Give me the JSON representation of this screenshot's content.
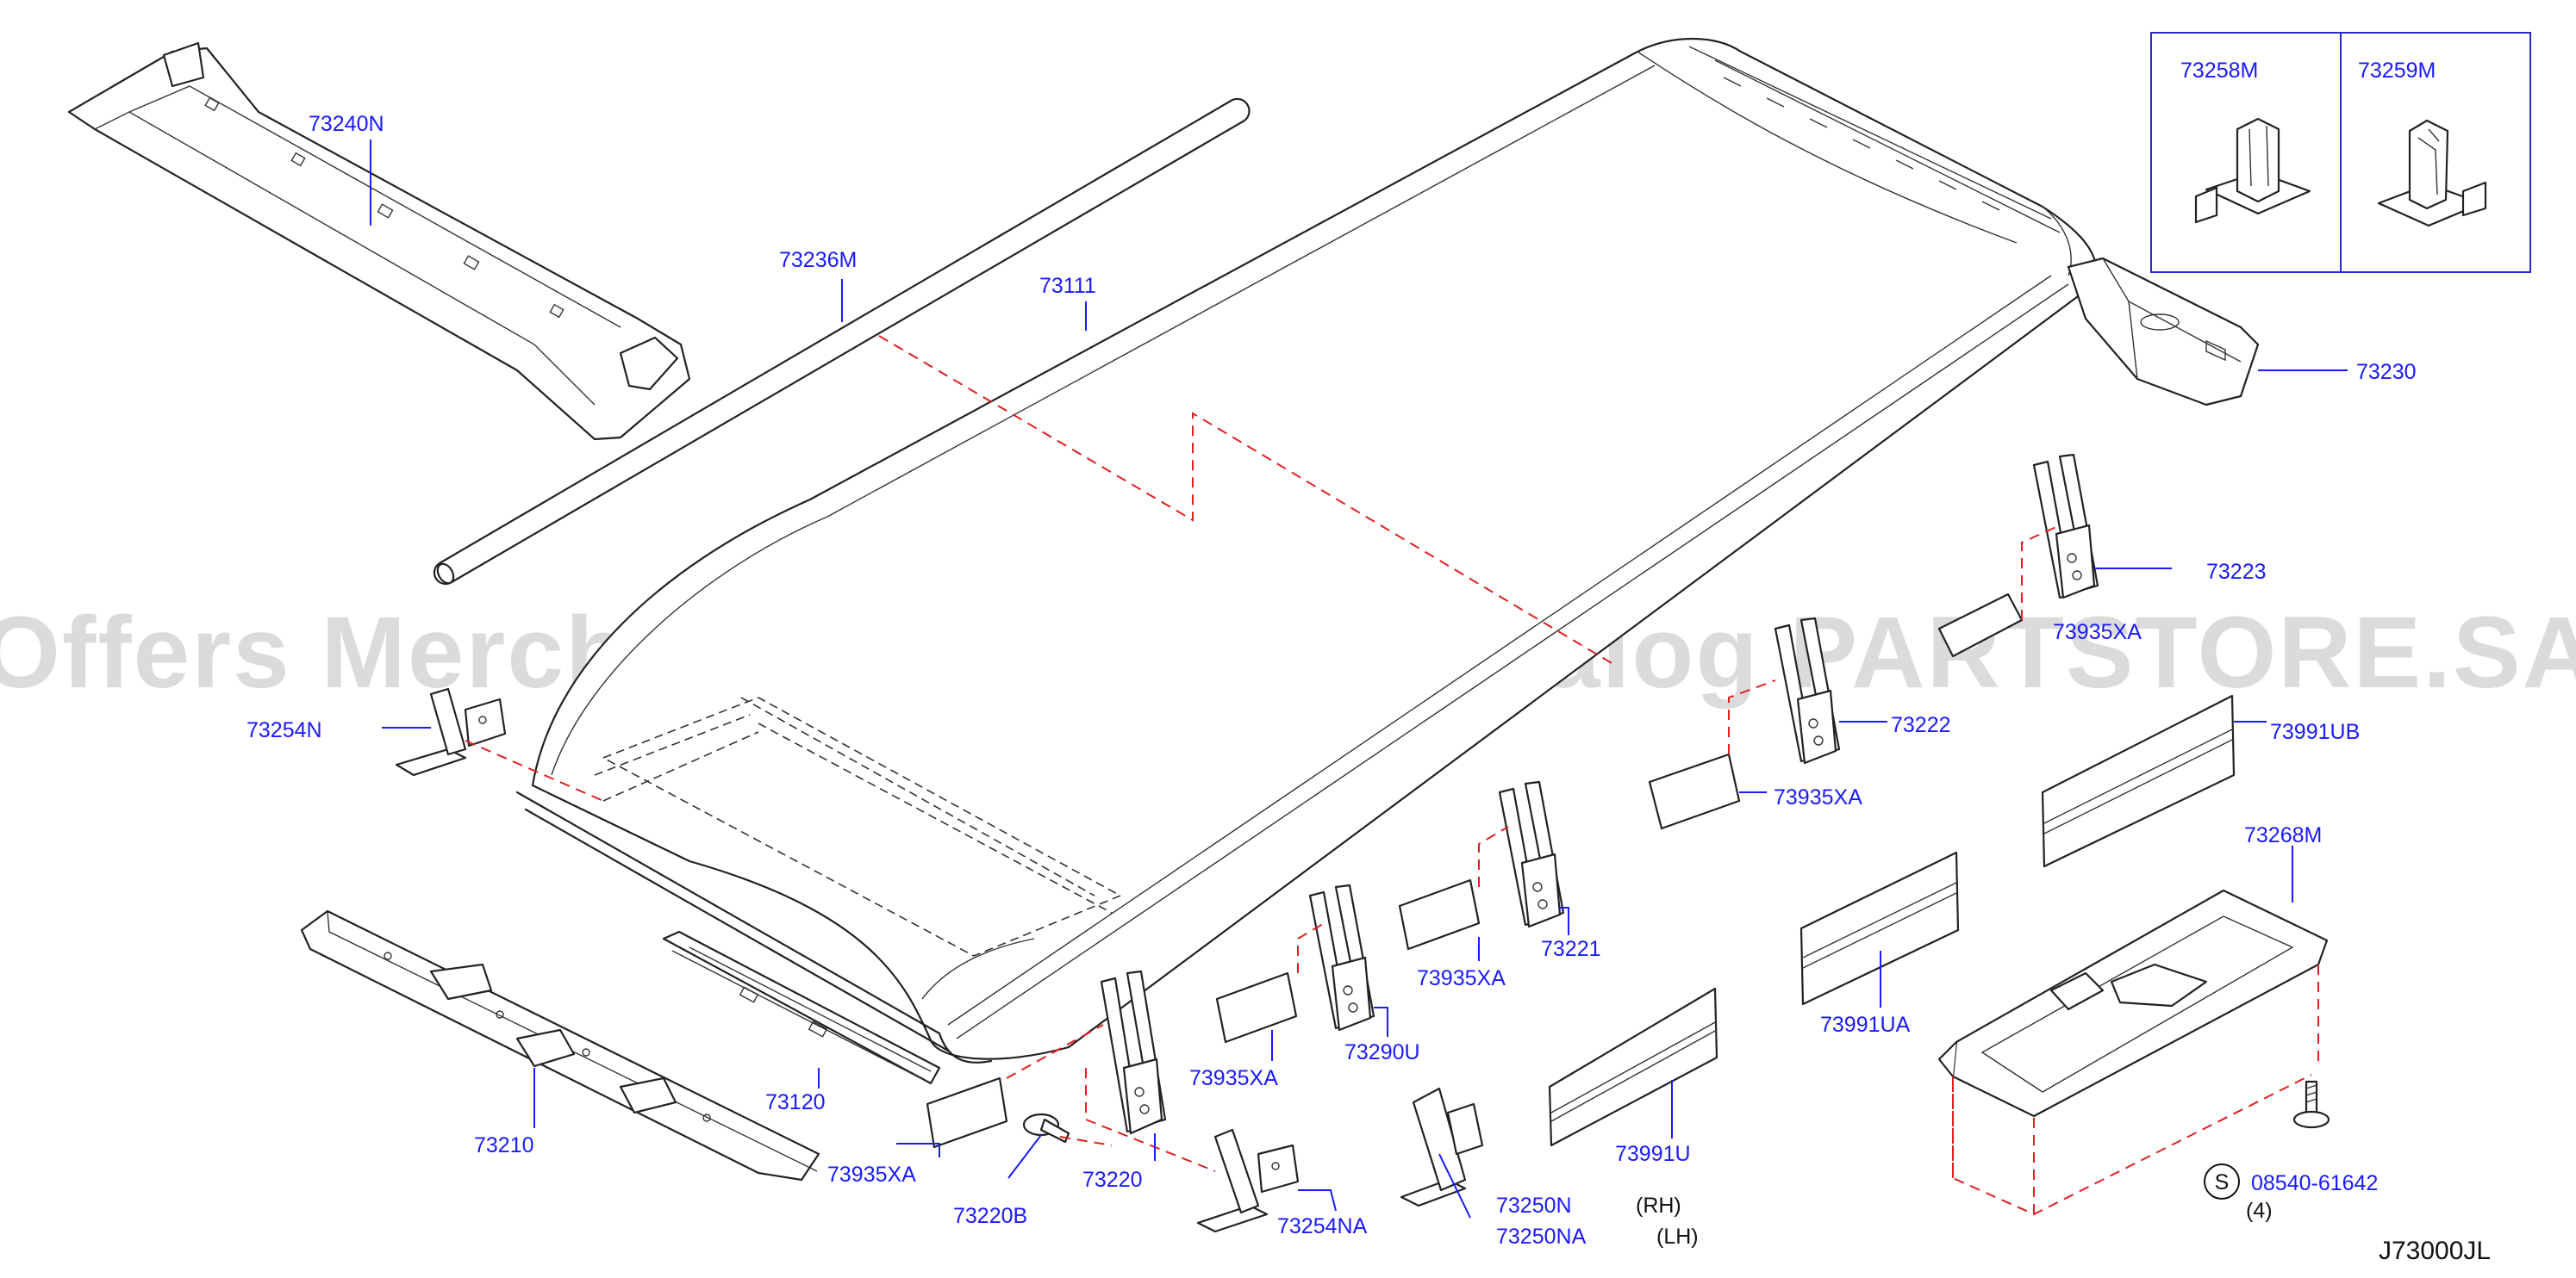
{
  "watermark": "Offers Merchant Auto Parts Catalog PARTSTORE.SA",
  "diagram_code": "J73000JL",
  "inset_parts": [
    "73258M",
    "73259M"
  ],
  "labels": {
    "p73240N": "73240N",
    "p73236M": "73236M",
    "p73111": "73111",
    "p73230": "73230",
    "p73223": "73223",
    "p73935XA_top": "73935XA",
    "p73222": "73222",
    "p73991UB": "73991UB",
    "p73254N": "73254N",
    "p73935XA_2": "73935XA",
    "p73268M": "73268M",
    "p73221": "73221",
    "p73935XA_3": "73935XA",
    "p73991UA": "73991UA",
    "p73290U": "73290U",
    "p73935XA_4": "73935XA",
    "p73120": "73120",
    "p73210": "73210",
    "p73935XA_5": "73935XA",
    "p73220B": "73220B",
    "p73220": "73220",
    "p73254NA": "73254NA",
    "p73250N": "73250N",
    "p73250NA": "73250NA",
    "rh": "(RH)",
    "lh": "(LH)",
    "p73991U": "73991U",
    "screw_marker": "S",
    "p08540_61642": "08540-61642",
    "qty4": "(4)"
  }
}
